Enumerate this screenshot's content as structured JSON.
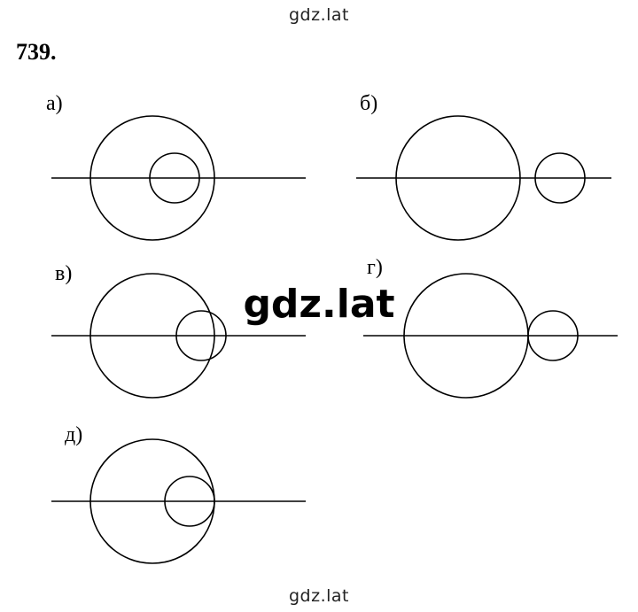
{
  "watermark_top": "gdz.lat",
  "watermark_center": "gdz.lat",
  "watermark_bottom": "gdz.lat",
  "problem_number": "739.",
  "figures": [
    {
      "label": "а)"
    },
    {
      "label": "б)"
    },
    {
      "label": "в)"
    },
    {
      "label": "г)"
    },
    {
      "label": "д)"
    }
  ]
}
